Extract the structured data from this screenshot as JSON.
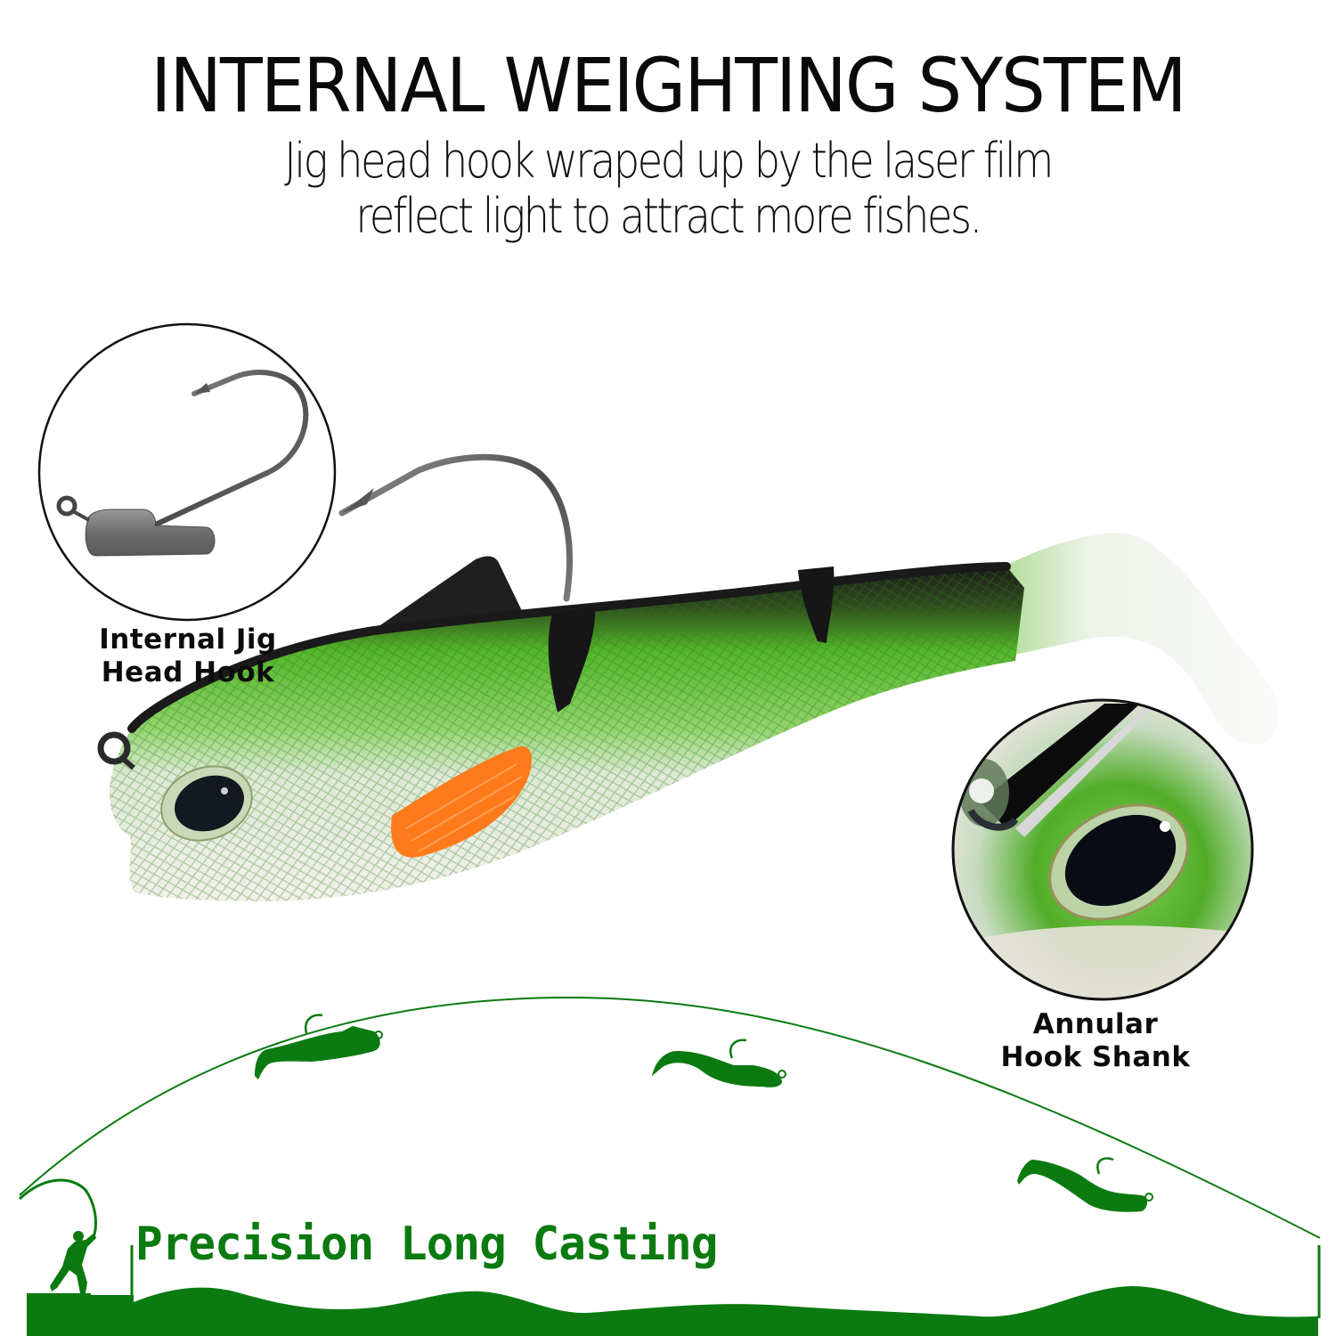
{
  "header": {
    "title": "INTERNAL WEIGHTING SYSTEM",
    "subtitle_line1": "Jig head hook wraped up by the laser film",
    "subtitle_line2": "reflect light to attract more fishes."
  },
  "callouts": [
    {
      "id": "jig-head",
      "line1": "Internal Jig",
      "line2": "Head Hook",
      "image": "jig-head-hook-closeup"
    },
    {
      "id": "hook-shank",
      "line1": "Annular",
      "line2": "Hook Shank",
      "image": "eye-and-line-tie-closeup"
    }
  ],
  "product": {
    "image": "green-perch-soft-paddle-tail-swimbait",
    "colors": {
      "back": "#1a1a1a",
      "body_green": "#4fae2a",
      "belly": "#eef2ec",
      "fin_orange": "#ff7a1a",
      "tail": "#f4f6f2"
    }
  },
  "footer": {
    "title": "Precision Long Casting",
    "icons": [
      "angler-silhouette-icon",
      "lure-silhouette-icon",
      "lure-silhouette-icon",
      "lure-silhouette-icon",
      "wave-ground-icon"
    ],
    "accent_color": "#0b7a10"
  }
}
